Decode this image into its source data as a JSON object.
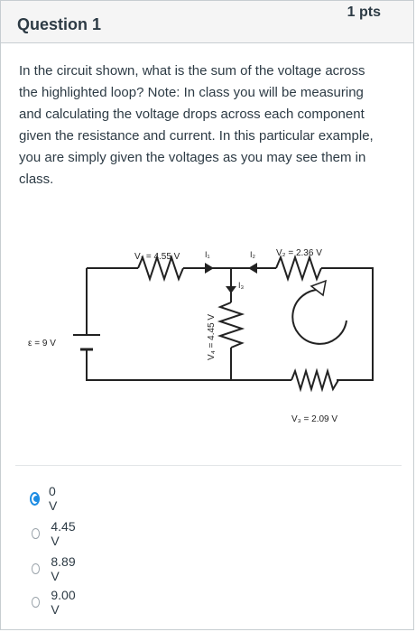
{
  "question": {
    "title": "Question 1",
    "points": "1 pts",
    "text": "In the circuit shown, what is the sum of the voltage across the highlighted loop? Note: In class you will be measuring and calculating the voltage drops across each component given the resistance and current. In this particular example, you are simply given the voltages as you may see them in class."
  },
  "circuit": {
    "source_label": "ε = 9 V",
    "v1_label": "V₁ = 4.55 V",
    "v2_label": "V₂ = 2.36 V",
    "v3_label": "V₃ = 2.09 V",
    "v4_label": "V₄ = 4.45 V",
    "i1_label": "I₁",
    "i2_label": "I₂",
    "i3_label": "I₃"
  },
  "answers": [
    {
      "label": "0 V",
      "selected": true
    },
    {
      "label": "4.45 V",
      "selected": false
    },
    {
      "label": "8.89 V",
      "selected": false
    },
    {
      "label": "9.00 V",
      "selected": false
    }
  ]
}
